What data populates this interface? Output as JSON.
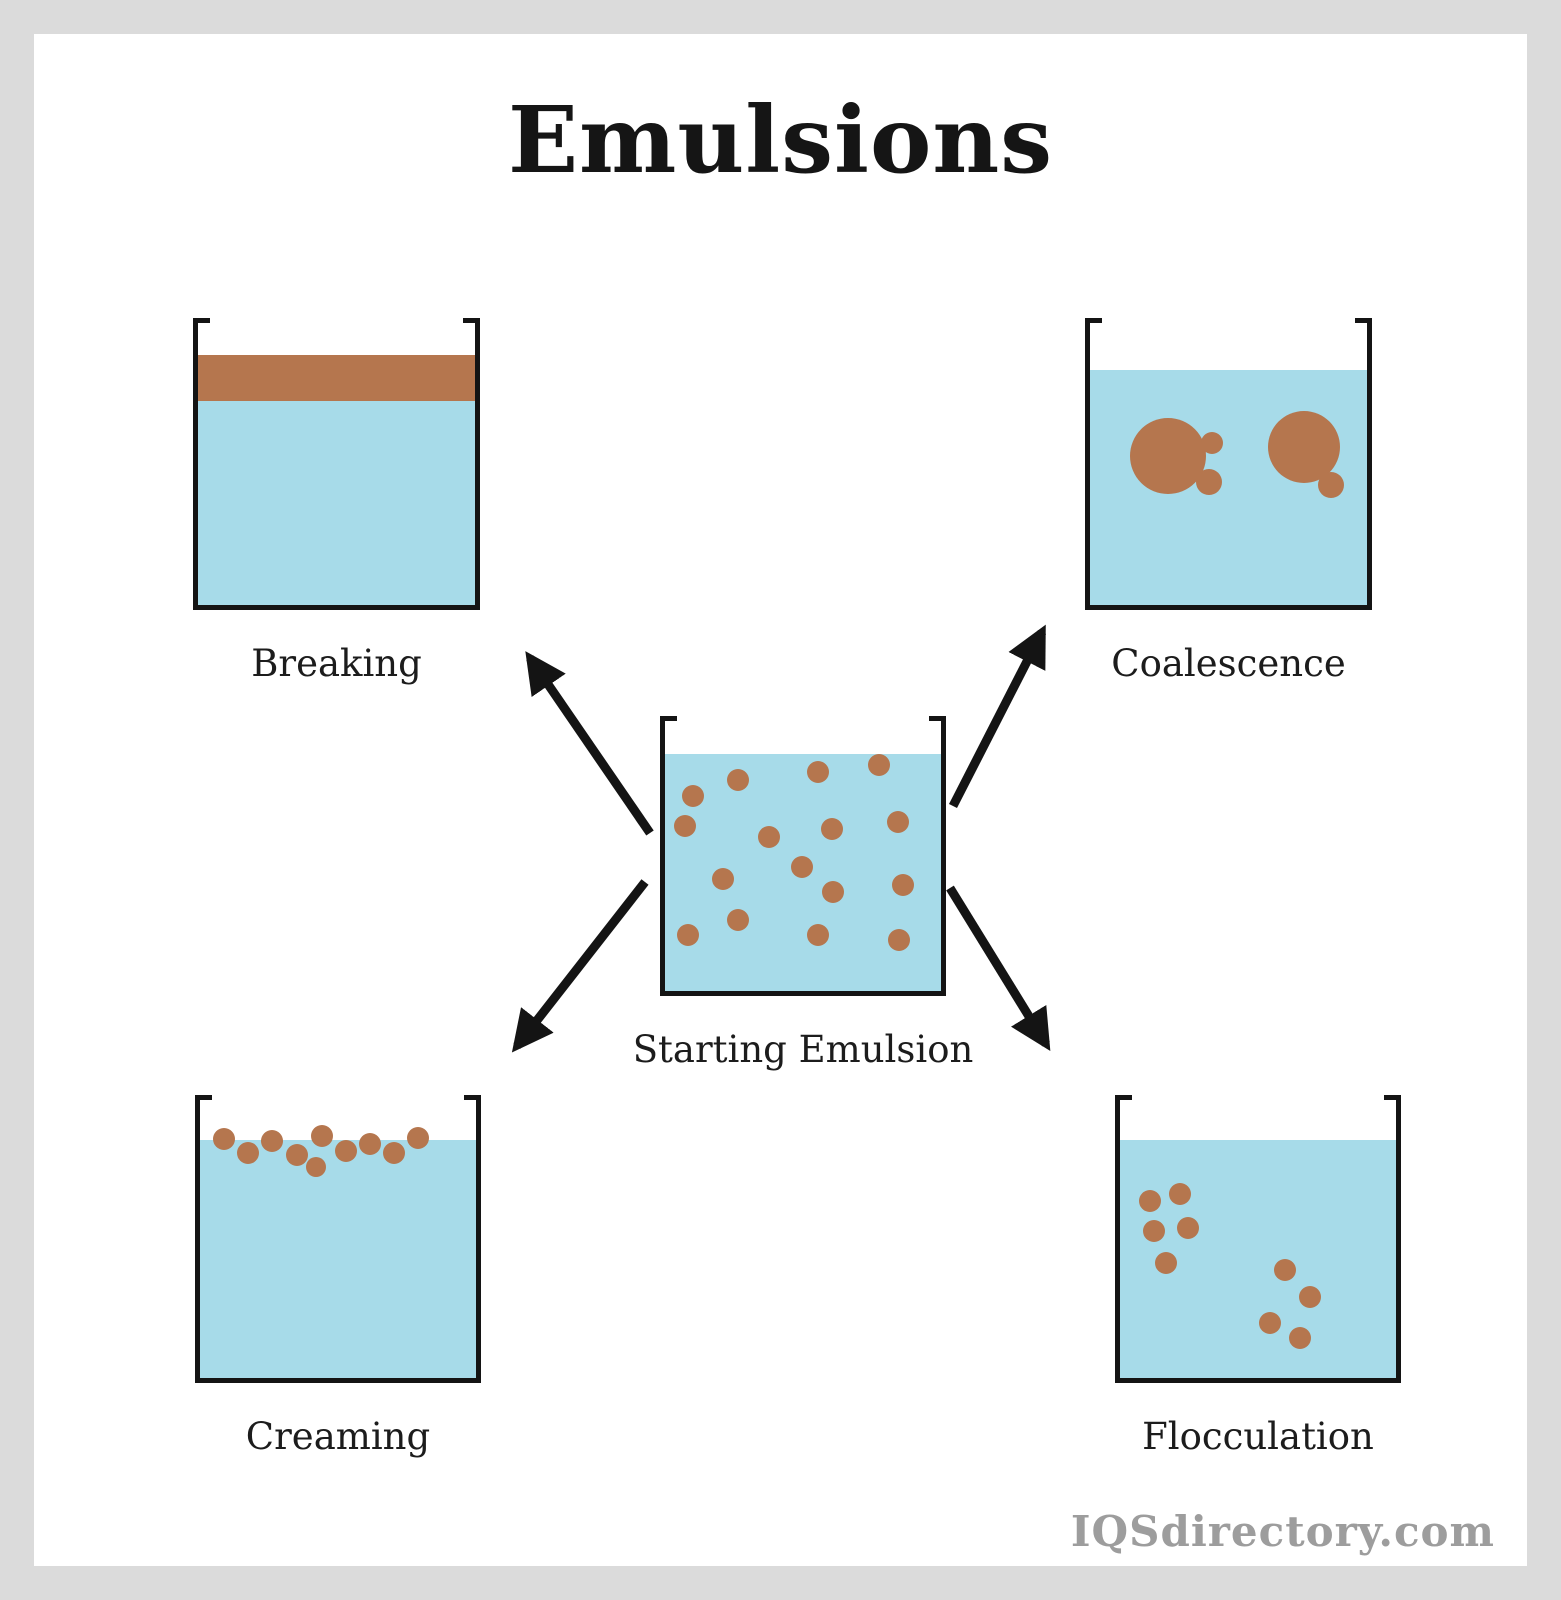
{
  "title": "Emulsions",
  "watermark": "IQSdirectory.com",
  "colors": {
    "liquid": "#a7dbe9",
    "droplet": "#b5764e",
    "outline": "#141414",
    "frame": "#dbdbdb",
    "background": "#ffffff"
  },
  "beakers": {
    "starting": {
      "label": "Starting Emulsion",
      "content": "dispersed-droplets",
      "droplets": [
        [
          28,
          80,
          11
        ],
        [
          73,
          64,
          11
        ],
        [
          153,
          56,
          11
        ],
        [
          214,
          49,
          11
        ],
        [
          20,
          110,
          11
        ],
        [
          104,
          121,
          11
        ],
        [
          167,
          113,
          11
        ],
        [
          233,
          106,
          11
        ],
        [
          58,
          163,
          11
        ],
        [
          137,
          151,
          11
        ],
        [
          168,
          176,
          11
        ],
        [
          238,
          169,
          11
        ],
        [
          73,
          204,
          11
        ],
        [
          23,
          219,
          11
        ],
        [
          153,
          219,
          11
        ],
        [
          234,
          224,
          11
        ]
      ]
    },
    "breaking": {
      "label": "Breaking",
      "content": "separated-oil-layer",
      "droplets": []
    },
    "coalescence": {
      "label": "Coalescence",
      "content": "merged-large-droplets",
      "droplets": [
        [
          78,
          138,
          38
        ],
        [
          122,
          125,
          11
        ],
        [
          119,
          164,
          13
        ],
        [
          214,
          129,
          36
        ],
        [
          241,
          167,
          13
        ]
      ]
    },
    "creaming": {
      "label": "Creaming",
      "content": "droplets-risen-to-surface",
      "droplets": [
        [
          24,
          44,
          11
        ],
        [
          48,
          58,
          11
        ],
        [
          72,
          46,
          11
        ],
        [
          97,
          60,
          11
        ],
        [
          122,
          41,
          11
        ],
        [
          146,
          56,
          11
        ],
        [
          170,
          49,
          11
        ],
        [
          194,
          58,
          11
        ],
        [
          218,
          43,
          11
        ],
        [
          116,
          72,
          10
        ]
      ]
    },
    "flocculation": {
      "label": "Flocculation",
      "content": "clustered-droplets",
      "droplets": [
        [
          30,
          106,
          11
        ],
        [
          60,
          99,
          11
        ],
        [
          34,
          136,
          11
        ],
        [
          68,
          133,
          11
        ],
        [
          46,
          168,
          11
        ],
        [
          165,
          175,
          11
        ],
        [
          190,
          202,
          11
        ],
        [
          150,
          228,
          11
        ],
        [
          180,
          243,
          11
        ]
      ]
    }
  },
  "connections": [
    {
      "from": "starting",
      "to": "breaking"
    },
    {
      "from": "starting",
      "to": "coalescence"
    },
    {
      "from": "starting",
      "to": "creaming"
    },
    {
      "from": "starting",
      "to": "flocculation"
    }
  ]
}
